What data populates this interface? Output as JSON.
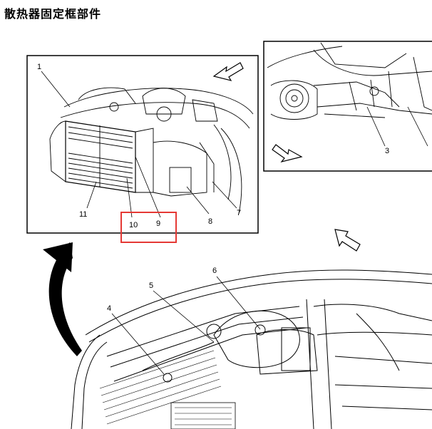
{
  "title": "散热器固定框部件",
  "callouts": [
    "1",
    "3",
    "4",
    "5",
    "6",
    "7",
    "8",
    "9",
    "10",
    "11"
  ],
  "colors": {
    "highlight": "#e53935",
    "line": "#000000",
    "background": "#ffffff"
  }
}
